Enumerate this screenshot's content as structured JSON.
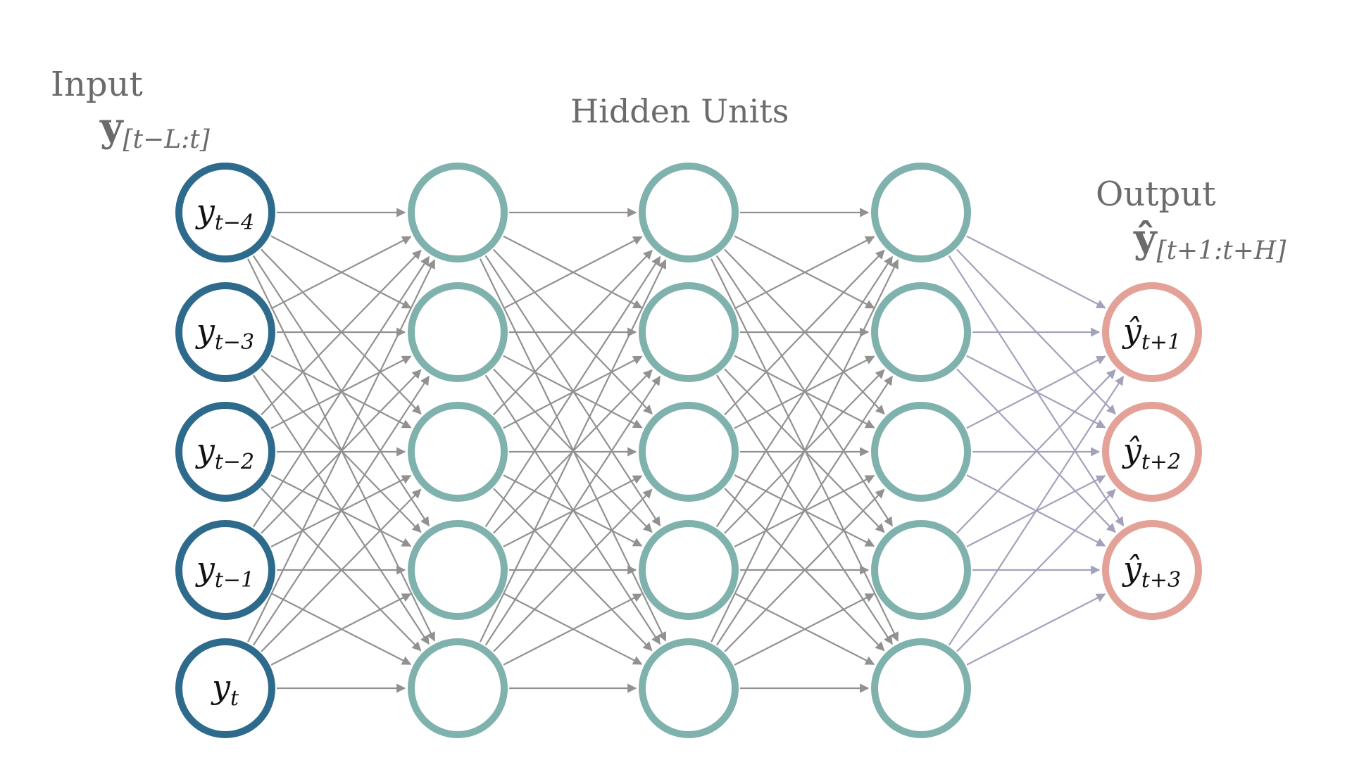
{
  "labels": {
    "input_title": "Input",
    "input_vec_base": "y",
    "input_vec_sub": "[t−L:t]",
    "hidden_title": "Hidden Units",
    "output_title": "Output",
    "output_vec_base": "ŷ",
    "output_vec_sub": "[t+1:t+H]"
  },
  "input_nodes": [
    {
      "base": "y",
      "sub": "t−4"
    },
    {
      "base": "y",
      "sub": "t−3"
    },
    {
      "base": "y",
      "sub": "t−2"
    },
    {
      "base": "y",
      "sub": "t−1"
    },
    {
      "base": "y",
      "sub": "t"
    }
  ],
  "hidden_layers": [
    {
      "count": 5
    },
    {
      "count": 5
    },
    {
      "count": 5
    }
  ],
  "output_nodes": [
    {
      "base": "ŷ",
      "sub": "t+1"
    },
    {
      "base": "ŷ",
      "sub": "t+2"
    },
    {
      "base": "ŷ",
      "sub": "t+3"
    }
  ],
  "colors": {
    "input": "#2e6a8c",
    "hidden": "#7fb1ad",
    "output": "#e3a197",
    "edge": "#919191",
    "edge_out": "#a4a2bb",
    "label": "#6b6b6b"
  }
}
